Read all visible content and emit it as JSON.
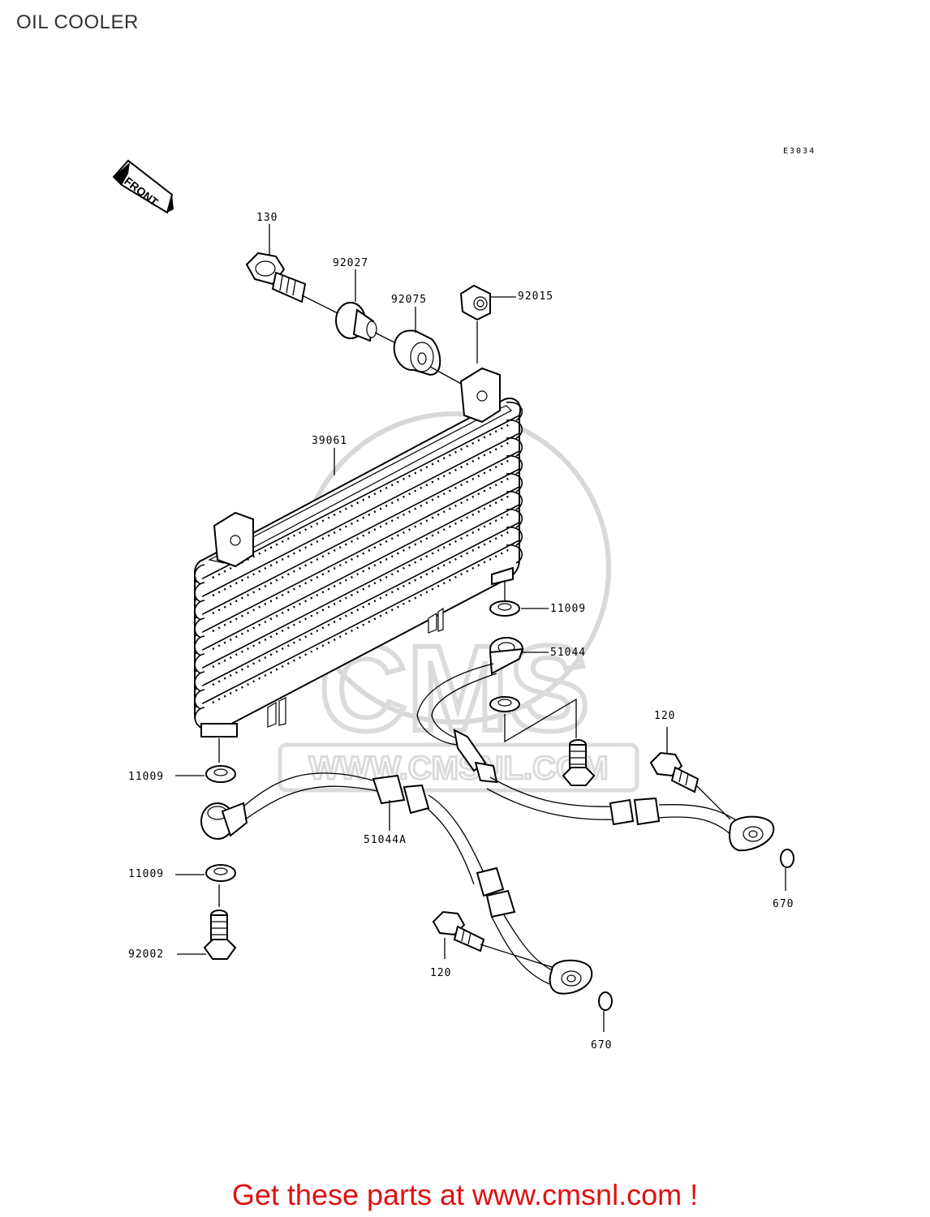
{
  "page": {
    "title": "OIL COOLER",
    "ref_code": "E3034"
  },
  "orientation": {
    "arrow_text": "FRONT"
  },
  "watermark": {
    "brand": "CMS",
    "url": "WWW.CMSNL.COM"
  },
  "parts": [
    {
      "id": "p130",
      "label": "130"
    },
    {
      "id": "p92027",
      "label": "92027"
    },
    {
      "id": "p92075",
      "label": "92075"
    },
    {
      "id": "p92015",
      "label": "92015"
    },
    {
      "id": "p39061",
      "label": "39061"
    },
    {
      "id": "p11009a",
      "label": "11009"
    },
    {
      "id": "p51044",
      "label": "51044"
    },
    {
      "id": "p120a",
      "label": "120"
    },
    {
      "id": "p11009b",
      "label": "11009"
    },
    {
      "id": "p51044A",
      "label": "51044A"
    },
    {
      "id": "p11009c",
      "label": "11009"
    },
    {
      "id": "p92002",
      "label": "92002"
    },
    {
      "id": "p120b",
      "label": "120"
    },
    {
      "id": "p670a",
      "label": "670"
    },
    {
      "id": "p670b",
      "label": "670"
    }
  ],
  "footer": {
    "promo": "Get these parts at www.cmsnl.com !"
  },
  "colors": {
    "promo": "#e01010",
    "title": "#333333",
    "watermark": "#d4d4d4"
  }
}
